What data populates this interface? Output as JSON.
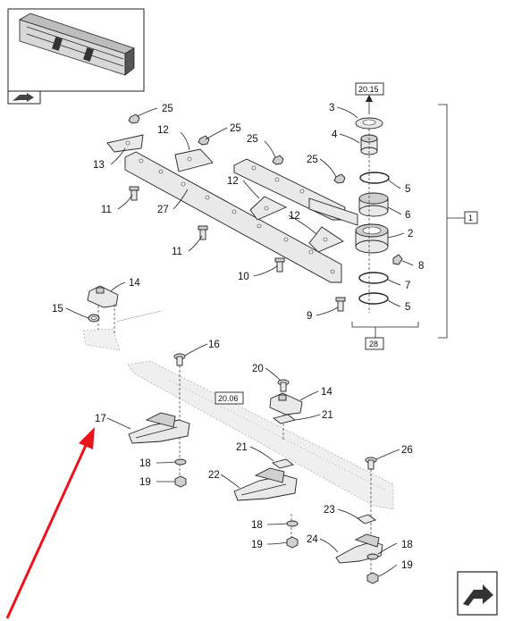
{
  "callouts": {
    "c3": "3",
    "c4": "4",
    "c5a": "5",
    "c5b": "5",
    "c6": "6",
    "c2": "2",
    "c7": "7",
    "c8": "8",
    "c9": "9",
    "c10": "10",
    "c11a": "11",
    "c11b": "11",
    "c12a": "12",
    "c12b": "12",
    "c12c": "12",
    "c13": "13",
    "c14a": "14",
    "c14b": "14",
    "c15": "15",
    "c16": "16",
    "c17": "17",
    "c18a": "18",
    "c18b": "18",
    "c18c": "18",
    "c19a": "19",
    "c19b": "19",
    "c19c": "19",
    "c20": "20",
    "c21a": "21",
    "c21b": "21",
    "c22": "22",
    "c23": "23",
    "c24": "24",
    "c25a": "25",
    "c25b": "25",
    "c25c": "25",
    "c25d": "25",
    "c26": "26",
    "c27": "27"
  },
  "refs": {
    "ref_2015": "20.15",
    "ref_2006": "20.06",
    "ref_28": "28",
    "ref_1": "1"
  },
  "icons": {
    "thumbnail": "header-thumbnail",
    "view_arrow": "view-arrow-icon",
    "next_page": "next-page-icon",
    "pointer": "red-arrow-pointer"
  },
  "colors": {
    "pointer": "#e8141c"
  }
}
